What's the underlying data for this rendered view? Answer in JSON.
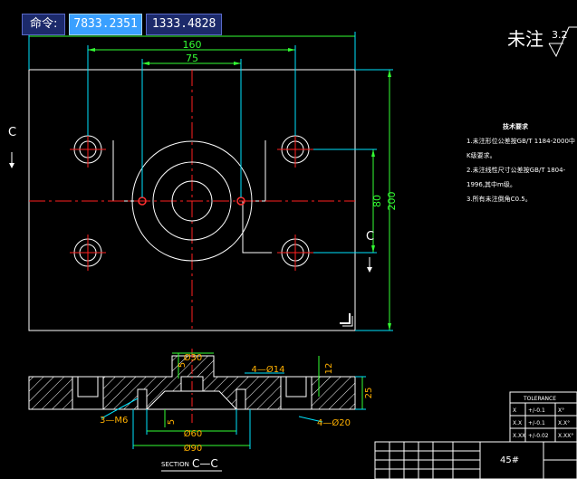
{
  "command_bar": {
    "label": "命令:",
    "x_value": "7833.2351",
    "y_value": "1333.4828"
  },
  "drawing": {
    "roughness_note": "未注",
    "roughness_value": "3.2",
    "section_mark": "C",
    "section_title_prefix": "SECTION",
    "section_title": "C—C",
    "material": "45#",
    "plan_dims": {
      "overall_width": "200",
      "hole_span": "160",
      "center_span": "75",
      "height_inner": "80",
      "height_overall": "200"
    },
    "section_dims": {
      "boss_dia": "Ø30",
      "boss_height": "5",
      "counterbore": "4—Ø14",
      "counterbore_depth": "12",
      "thickness": "25",
      "thread": "3—M6",
      "step_depth": "5",
      "mid_dia": "Ø60",
      "base_dia": "Ø90",
      "through_hole": "4—Ø20"
    },
    "tolerance_table": {
      "header": "TOLERANCE",
      "rows": [
        [
          "X",
          "+/-0.1",
          "X°"
        ],
        [
          "X.X",
          "+/-0.1",
          "X.X°"
        ],
        [
          "X.XX",
          "+/-0.02",
          "X.XX°"
        ]
      ]
    },
    "colors": {
      "outline": "#ffffff",
      "centerline": "#ff2020",
      "dimension": "#33ff33",
      "leader": "#00e5ff",
      "hatch": "#ffffff",
      "highlight": "#ff3030",
      "dim_text": "#ffb000"
    }
  },
  "tech_notes": {
    "title": "技术要求",
    "items": [
      "1.未注形位公差按GB/T 1184-2000中K级要求。",
      "2.未注线性尺寸公差按GB/T 1804-1996,其中m级。",
      "3.所有未注倒角C0.5。"
    ]
  }
}
